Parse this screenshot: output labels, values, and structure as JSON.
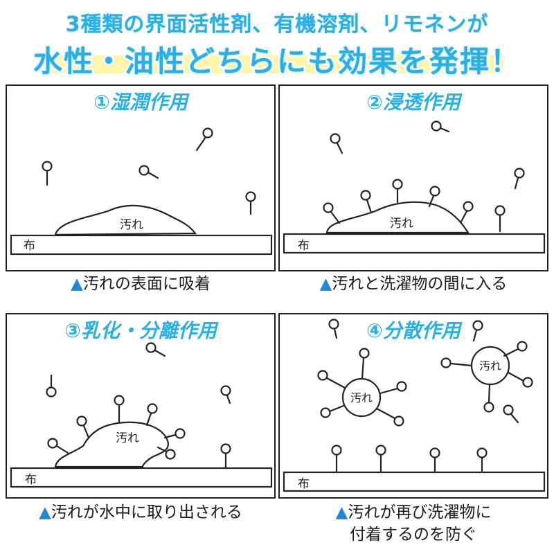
{
  "header": {
    "line1": "3種類の界面活性剤、有機溶剤、リモネンが",
    "line2": "水性・油性どちらにも効果を発揮！"
  },
  "panels": [
    {
      "title": "①湿潤作用",
      "caption_marker": "▲",
      "caption": "汚れの表面に吸着",
      "dirt_label": "汚れ",
      "cloth_label": "布"
    },
    {
      "title": "②浸透作用",
      "caption_marker": "▲",
      "caption": "汚れと洗濯物の間に入る",
      "dirt_label": "汚れ",
      "cloth_label": "布"
    },
    {
      "title": "③乳化・分離作用",
      "caption_marker": "▲",
      "caption": "汚れが水中に取り出される",
      "dirt_label": "汚れ",
      "cloth_label": "布"
    },
    {
      "title": "④分散作用",
      "caption_marker": "▲",
      "caption_line1": "汚れが再び洗濯物に",
      "caption_line2": "付着するのを防ぐ",
      "dirt_label": "汚れ",
      "dirt_label_2": "汚れ",
      "cloth_label": "布"
    }
  ],
  "colors": {
    "title_blue": "#29aee6",
    "marker_blue": "#1e88d8",
    "highlight_yellow": "#fdf6a8"
  },
  "icons": [
    "surfactant-molecule-icon",
    "dirt-blob-icon",
    "cloth-strip-icon"
  ]
}
